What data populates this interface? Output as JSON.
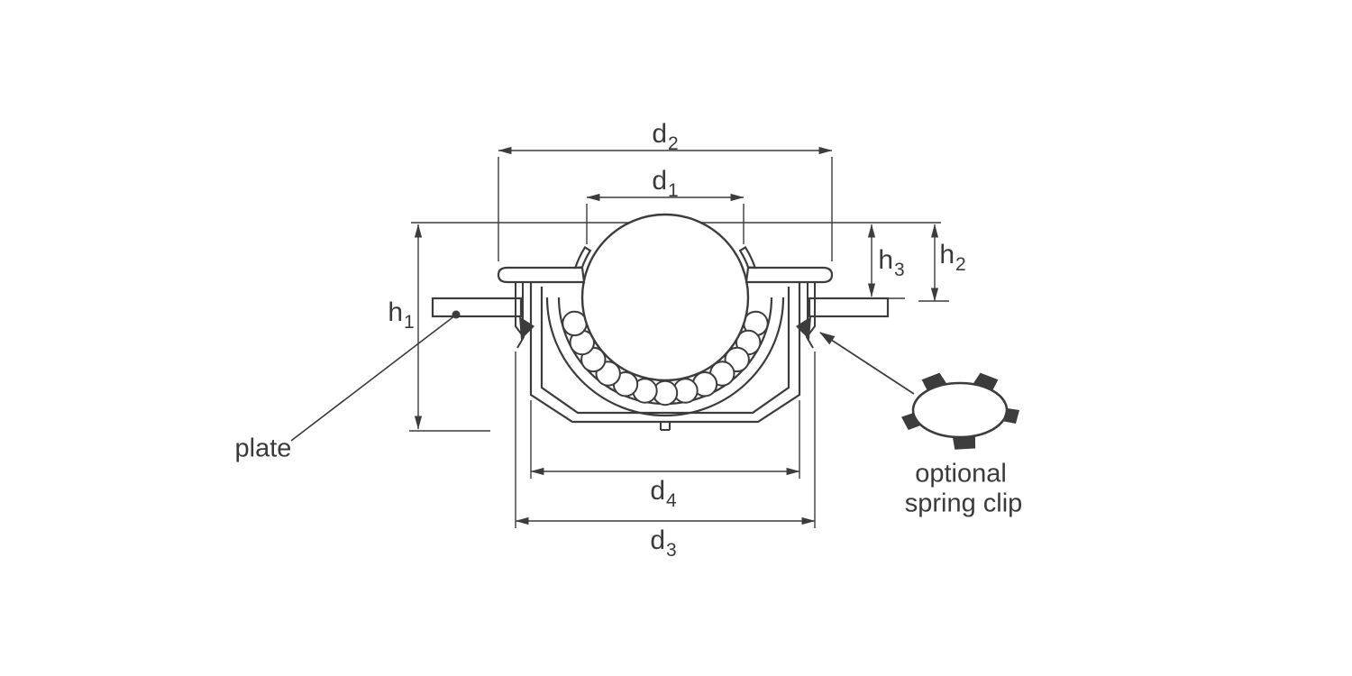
{
  "diagram": {
    "dimension_labels": {
      "d1": {
        "base": "d",
        "sub": "1"
      },
      "d2": {
        "base": "d",
        "sub": "2"
      },
      "d3": {
        "base": "d",
        "sub": "3"
      },
      "d4": {
        "base": "d",
        "sub": "4"
      },
      "h1": {
        "base": "h",
        "sub": "1"
      },
      "h2": {
        "base": "h",
        "sub": "2"
      },
      "h3": {
        "base": "h",
        "sub": "3"
      }
    },
    "annotations": {
      "plate": "plate",
      "spring_clip_line1": "optional",
      "spring_clip_line2": "spring clip"
    },
    "colors": {
      "line": "#3c3c3c",
      "background": "#ffffff"
    }
  }
}
